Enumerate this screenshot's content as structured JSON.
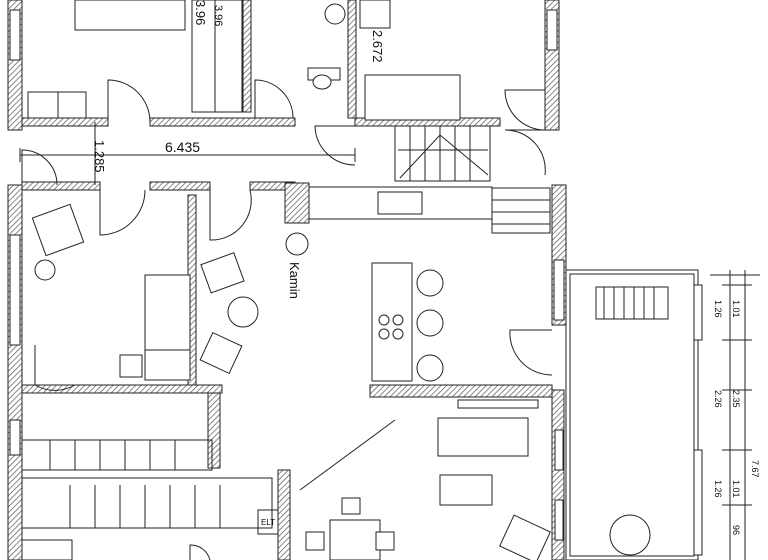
{
  "labels": {
    "dim_hall": "6.435",
    "dim_door": "1.285",
    "dim_bed": "3.96",
    "dim_bed_b": "3.96",
    "dim_bath": "2.672",
    "kamin": "Kamin",
    "dim_w1": "1.01",
    "dim_w2": "1.26",
    "dim_w3": "2.26",
    "dim_w4": "1.01",
    "dim_w5": "1.26",
    "dim_w6": "96",
    "dim_side": "2.35",
    "dim_side2": "7.67",
    "elt": "ELT"
  },
  "colors": {
    "wall_hatch": "#555555",
    "line": "#222222",
    "background": "#ffffff"
  }
}
